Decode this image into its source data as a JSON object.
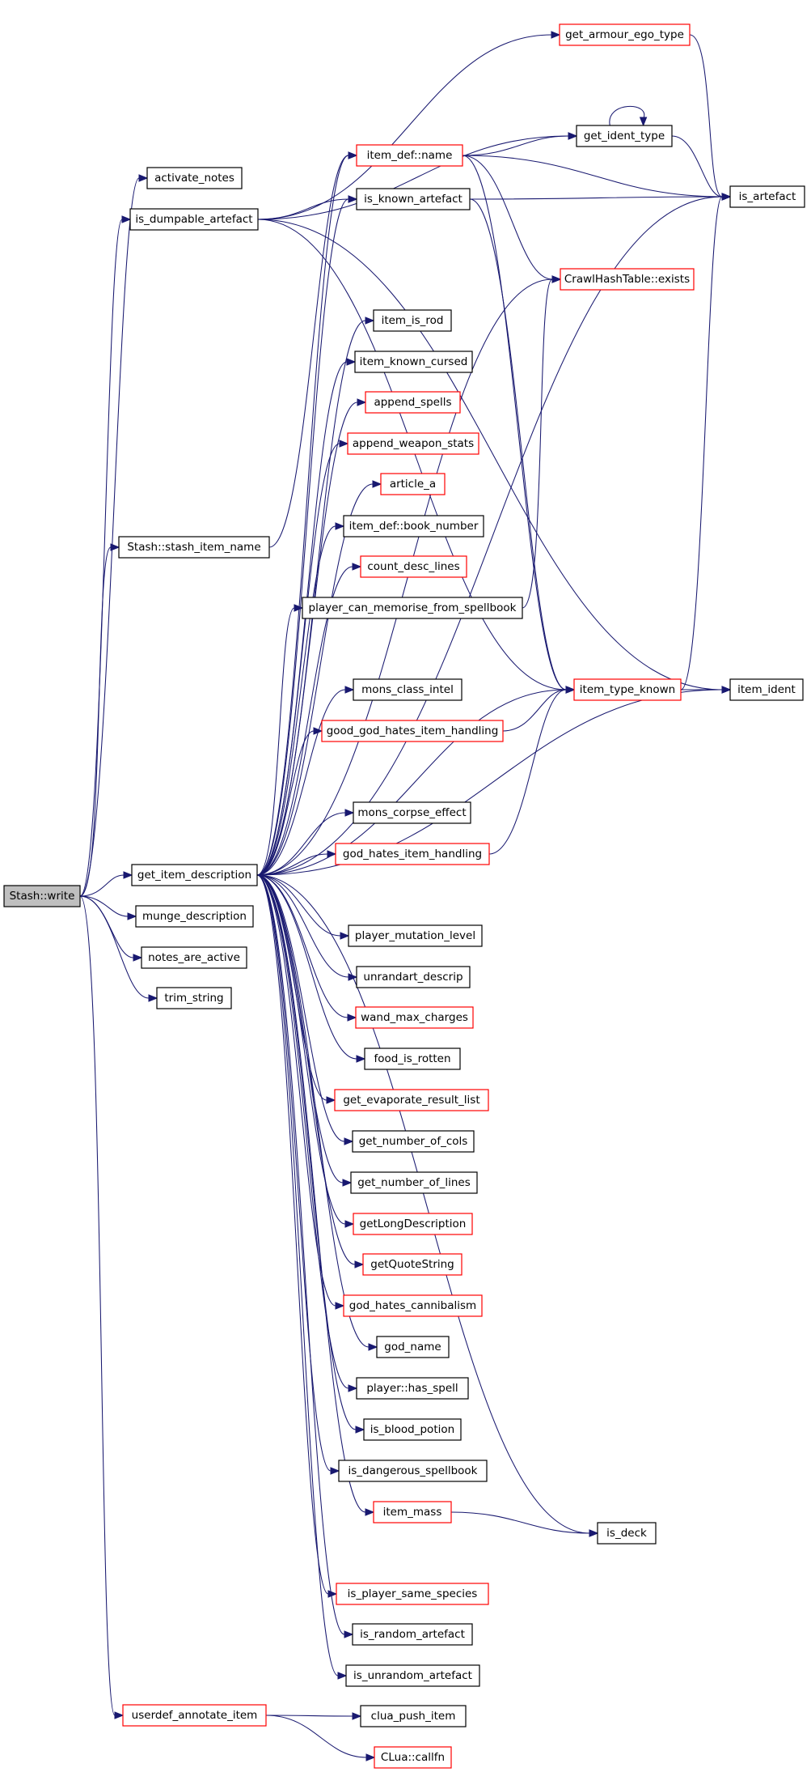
{
  "colors": {
    "edge": "#191970",
    "node_border_normal": "#000000",
    "node_border_truncated": "#ff0000",
    "root_fill": "#bfbfbf",
    "node_fill": "#ffffff"
  },
  "nodes": [
    {
      "id": "stash_write",
      "label": "Stash::write",
      "style": "root"
    },
    {
      "id": "activate_notes",
      "label": "activate_notes",
      "style": "normal"
    },
    {
      "id": "is_dumpable_artefact",
      "label": "is_dumpable_artefact",
      "style": "normal"
    },
    {
      "id": "stash_item_name",
      "label": "Stash::stash_item_name",
      "style": "normal"
    },
    {
      "id": "get_item_description",
      "label": "get_item_description",
      "style": "normal"
    },
    {
      "id": "munge_description",
      "label": "munge_description",
      "style": "normal"
    },
    {
      "id": "notes_are_active",
      "label": "notes_are_active",
      "style": "normal"
    },
    {
      "id": "trim_string",
      "label": "trim_string",
      "style": "normal"
    },
    {
      "id": "userdef_annotate_item",
      "label": "userdef_annotate_item",
      "style": "truncated"
    },
    {
      "id": "get_armour_ego_type",
      "label": "get_armour_ego_type",
      "style": "truncated"
    },
    {
      "id": "item_def_name",
      "label": "item_def::name",
      "style": "truncated"
    },
    {
      "id": "get_ident_type",
      "label": "get_ident_type",
      "style": "normal"
    },
    {
      "id": "is_known_artefact",
      "label": "is_known_artefact",
      "style": "normal"
    },
    {
      "id": "is_artefact",
      "label": "is_artefact",
      "style": "normal"
    },
    {
      "id": "crawl_exists",
      "label": "CrawlHashTable::exists",
      "style": "truncated"
    },
    {
      "id": "item_is_rod",
      "label": "item_is_rod",
      "style": "normal"
    },
    {
      "id": "item_known_cursed",
      "label": "item_known_cursed",
      "style": "normal"
    },
    {
      "id": "append_spells",
      "label": "append_spells",
      "style": "truncated"
    },
    {
      "id": "append_weapon_stats",
      "label": "append_weapon_stats",
      "style": "truncated"
    },
    {
      "id": "article_a",
      "label": "article_a",
      "style": "truncated"
    },
    {
      "id": "book_number",
      "label": "item_def::book_number",
      "style": "normal"
    },
    {
      "id": "count_desc_lines",
      "label": "count_desc_lines",
      "style": "truncated"
    },
    {
      "id": "player_can_memorise",
      "label": "player_can_memorise_from_spellbook",
      "style": "normal"
    },
    {
      "id": "mons_class_intel",
      "label": "mons_class_intel",
      "style": "normal"
    },
    {
      "id": "item_type_known",
      "label": "item_type_known",
      "style": "truncated"
    },
    {
      "id": "item_ident",
      "label": "item_ident",
      "style": "normal"
    },
    {
      "id": "good_god_hates",
      "label": "good_god_hates_item_handling",
      "style": "truncated"
    },
    {
      "id": "mons_corpse_effect",
      "label": "mons_corpse_effect",
      "style": "normal"
    },
    {
      "id": "god_hates_item",
      "label": "god_hates_item_handling",
      "style": "truncated"
    },
    {
      "id": "player_mutation_level",
      "label": "player_mutation_level",
      "style": "normal"
    },
    {
      "id": "unrandart_descrip",
      "label": "unrandart_descrip",
      "style": "normal"
    },
    {
      "id": "wand_max_charges",
      "label": "wand_max_charges",
      "style": "truncated"
    },
    {
      "id": "food_is_rotten",
      "label": "food_is_rotten",
      "style": "normal"
    },
    {
      "id": "get_evaporate",
      "label": "get_evaporate_result_list",
      "style": "truncated"
    },
    {
      "id": "get_number_of_cols",
      "label": "get_number_of_cols",
      "style": "normal"
    },
    {
      "id": "get_number_of_lines",
      "label": "get_number_of_lines",
      "style": "normal"
    },
    {
      "id": "getLongDescription",
      "label": "getLongDescription",
      "style": "truncated"
    },
    {
      "id": "getQuoteString",
      "label": "getQuoteString",
      "style": "truncated"
    },
    {
      "id": "god_hates_cannibalism",
      "label": "god_hates_cannibalism",
      "style": "truncated"
    },
    {
      "id": "god_name",
      "label": "god_name",
      "style": "normal"
    },
    {
      "id": "player_has_spell",
      "label": "player::has_spell",
      "style": "normal"
    },
    {
      "id": "is_blood_potion",
      "label": "is_blood_potion",
      "style": "normal"
    },
    {
      "id": "is_dangerous_spellbook",
      "label": "is_dangerous_spellbook",
      "style": "normal"
    },
    {
      "id": "item_mass",
      "label": "item_mass",
      "style": "truncated"
    },
    {
      "id": "is_deck",
      "label": "is_deck",
      "style": "normal"
    },
    {
      "id": "is_player_same_species",
      "label": "is_player_same_species",
      "style": "truncated"
    },
    {
      "id": "is_random_artefact",
      "label": "is_random_artefact",
      "style": "normal"
    },
    {
      "id": "is_unrandom_artefact",
      "label": "is_unrandom_artefact",
      "style": "normal"
    },
    {
      "id": "clua_push_item",
      "label": "clua_push_item",
      "style": "normal"
    },
    {
      "id": "clua_callfn",
      "label": "CLua::callfn",
      "style": "truncated"
    }
  ],
  "edges": [
    [
      "stash_write",
      "activate_notes"
    ],
    [
      "stash_write",
      "is_dumpable_artefact"
    ],
    [
      "stash_write",
      "stash_item_name"
    ],
    [
      "stash_write",
      "get_item_description"
    ],
    [
      "stash_write",
      "munge_description"
    ],
    [
      "stash_write",
      "notes_are_active"
    ],
    [
      "stash_write",
      "trim_string"
    ],
    [
      "stash_write",
      "userdef_annotate_item"
    ],
    [
      "is_dumpable_artefact",
      "get_armour_ego_type"
    ],
    [
      "is_dumpable_artefact",
      "get_ident_type"
    ],
    [
      "is_dumpable_artefact",
      "is_known_artefact"
    ],
    [
      "is_dumpable_artefact",
      "item_ident"
    ],
    [
      "is_dumpable_artefact",
      "item_type_known"
    ],
    [
      "stash_item_name",
      "item_def_name"
    ],
    [
      "get_item_description",
      "item_def_name"
    ],
    [
      "get_item_description",
      "is_known_artefact"
    ],
    [
      "get_item_description",
      "crawl_exists"
    ],
    [
      "get_item_description",
      "item_is_rod"
    ],
    [
      "get_item_description",
      "item_known_cursed"
    ],
    [
      "get_item_description",
      "append_spells"
    ],
    [
      "get_item_description",
      "append_weapon_stats"
    ],
    [
      "get_item_description",
      "article_a"
    ],
    [
      "get_item_description",
      "book_number"
    ],
    [
      "get_item_description",
      "count_desc_lines"
    ],
    [
      "get_item_description",
      "player_can_memorise"
    ],
    [
      "get_item_description",
      "is_artefact"
    ],
    [
      "get_item_description",
      "mons_class_intel"
    ],
    [
      "get_item_description",
      "good_god_hates"
    ],
    [
      "get_item_description",
      "item_type_known"
    ],
    [
      "get_item_description",
      "item_ident"
    ],
    [
      "get_item_description",
      "mons_corpse_effect"
    ],
    [
      "get_item_description",
      "god_hates_item"
    ],
    [
      "get_item_description",
      "player_mutation_level"
    ],
    [
      "get_item_description",
      "unrandart_descrip"
    ],
    [
      "get_item_description",
      "wand_max_charges"
    ],
    [
      "get_item_description",
      "food_is_rotten"
    ],
    [
      "get_item_description",
      "get_evaporate"
    ],
    [
      "get_item_description",
      "get_number_of_cols"
    ],
    [
      "get_item_description",
      "get_number_of_lines"
    ],
    [
      "get_item_description",
      "getLongDescription"
    ],
    [
      "get_item_description",
      "getQuoteString"
    ],
    [
      "get_item_description",
      "god_hates_cannibalism"
    ],
    [
      "get_item_description",
      "god_name"
    ],
    [
      "get_item_description",
      "player_has_spell"
    ],
    [
      "get_item_description",
      "is_blood_potion"
    ],
    [
      "get_item_description",
      "is_dangerous_spellbook"
    ],
    [
      "get_item_description",
      "item_mass"
    ],
    [
      "get_item_description",
      "is_deck"
    ],
    [
      "get_item_description",
      "is_player_same_species"
    ],
    [
      "get_item_description",
      "is_random_artefact"
    ],
    [
      "get_item_description",
      "is_unrandom_artefact"
    ],
    [
      "get_armour_ego_type",
      "is_artefact"
    ],
    [
      "item_def_name",
      "get_ident_type"
    ],
    [
      "item_def_name",
      "is_artefact"
    ],
    [
      "item_def_name",
      "crawl_exists"
    ],
    [
      "item_def_name",
      "item_type_known"
    ],
    [
      "get_ident_type",
      "get_ident_type"
    ],
    [
      "get_ident_type",
      "is_artefact"
    ],
    [
      "is_known_artefact",
      "is_artefact"
    ],
    [
      "is_known_artefact",
      "item_type_known"
    ],
    [
      "player_can_memorise",
      "crawl_exists"
    ],
    [
      "good_god_hates",
      "item_type_known"
    ],
    [
      "god_hates_item",
      "item_type_known"
    ],
    [
      "item_type_known",
      "item_ident"
    ],
    [
      "item_type_known",
      "is_artefact"
    ],
    [
      "item_mass",
      "is_deck"
    ],
    [
      "userdef_annotate_item",
      "clua_push_item"
    ],
    [
      "userdef_annotate_item",
      "clua_callfn"
    ]
  ]
}
